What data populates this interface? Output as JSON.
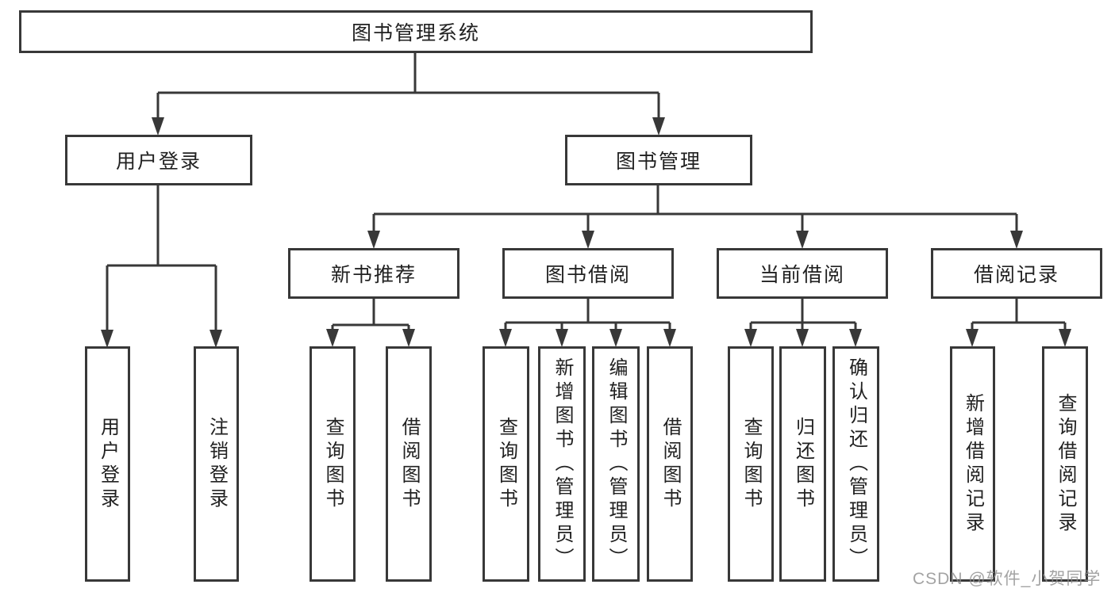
{
  "diagram": {
    "root": "图书管理系统",
    "level1": {
      "user_login": "用户登录",
      "book_management": "图书管理"
    },
    "user_login_children": [
      "用户登录",
      "注销登录"
    ],
    "book_management_children": {
      "new_book_recommend": {
        "label": "新书推荐",
        "children": [
          "查询图书",
          "借阅图书"
        ]
      },
      "book_borrow": {
        "label": "图书借阅",
        "children": [
          "查询图书",
          "新增图书（管理员）",
          "编辑图书（管理员）",
          "借阅图书"
        ]
      },
      "current_borrow": {
        "label": "当前借阅",
        "children": [
          "查询图书",
          "归还图书",
          "确认归还（管理员）"
        ]
      },
      "borrow_records": {
        "label": "借阅记录",
        "children": [
          "新增借阅记录",
          "查询借阅记录"
        ]
      }
    },
    "watermark": "CSDN @软件_小贺同学",
    "colors": {
      "line": "#383838",
      "text": "#212121",
      "background": "#ffffff",
      "watermark": "#8d8d8d"
    }
  }
}
